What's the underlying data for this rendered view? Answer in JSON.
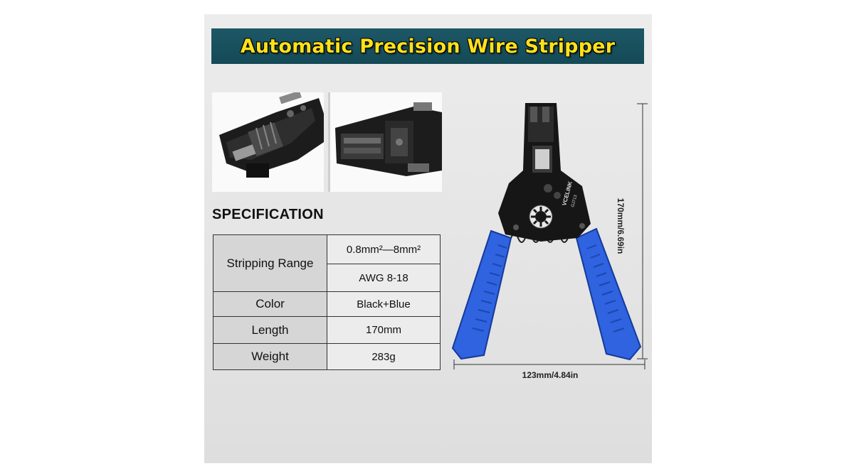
{
  "banner": {
    "title": "Automatic Precision Wire Stripper"
  },
  "spec": {
    "heading": "SPECIFICATION",
    "stripping_range": {
      "label": "Stripping Range",
      "values": [
        "0.8mm²—8mm²",
        "AWG 8-18"
      ]
    },
    "rows": [
      {
        "label": "Color",
        "value": "Black+Blue"
      },
      {
        "label": "Length",
        "value": "170mm"
      },
      {
        "label": "Weight",
        "value": "283g"
      }
    ]
  },
  "tool": {
    "brand": "VCELINK",
    "model": "GJ713"
  },
  "dimensions": {
    "height": "170mm/6.69in",
    "width": "123mm/4.84in"
  },
  "colors": {
    "banner_bg": "#1a5262",
    "banner_text": "#ffe11a",
    "handle": "#2f63df",
    "body": "#1a1a1a"
  }
}
